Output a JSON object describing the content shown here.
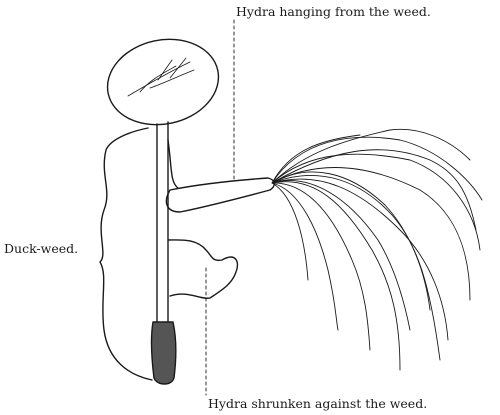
{
  "labels": {
    "hydra_hanging": "Hydra hanging from the weed.",
    "duck_weed": "Duck-weed.",
    "hydra_shrunken": "Hydra shrunken against the weed."
  },
  "colors": {
    "ink": "#1a1a1a",
    "paper": "#ffffff"
  }
}
